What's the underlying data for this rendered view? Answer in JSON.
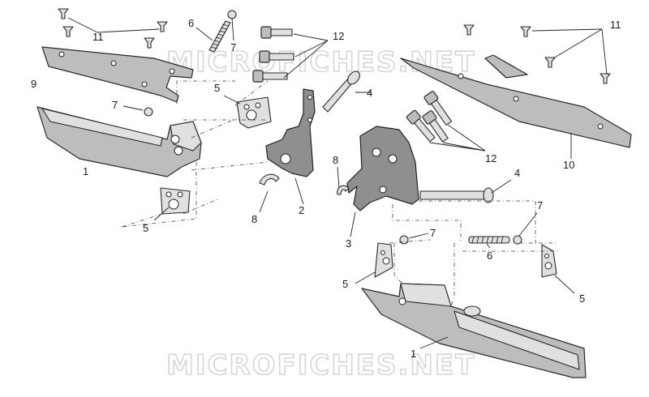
{
  "watermarks": [
    "MICROFICHES.NET",
    "MICROFICHES.NET"
  ],
  "callouts": {
    "c11_left": "11",
    "c6_left": "6",
    "c7_top_left": "7",
    "c12_left": "12",
    "c9": "9",
    "c7_mid_left": "7",
    "c5_top_left": "5",
    "c4_left": "4",
    "c1_left": "1",
    "c5_bottom_left": "5",
    "c8_left": "8",
    "c2": "2",
    "c11_right": "11",
    "c10": "10",
    "c12_right": "12",
    "c8_right": "8",
    "c4_right": "4",
    "c3": "3",
    "c7_right_top": "7",
    "c7_right_mid": "7",
    "c6_right": "6",
    "c5_right_left": "5",
    "c5_right_right": "5",
    "c1_right": "1"
  },
  "colors": {
    "part_fill": "#bdbdbd",
    "outline": "#2a2a2a",
    "background": "#ffffff"
  }
}
